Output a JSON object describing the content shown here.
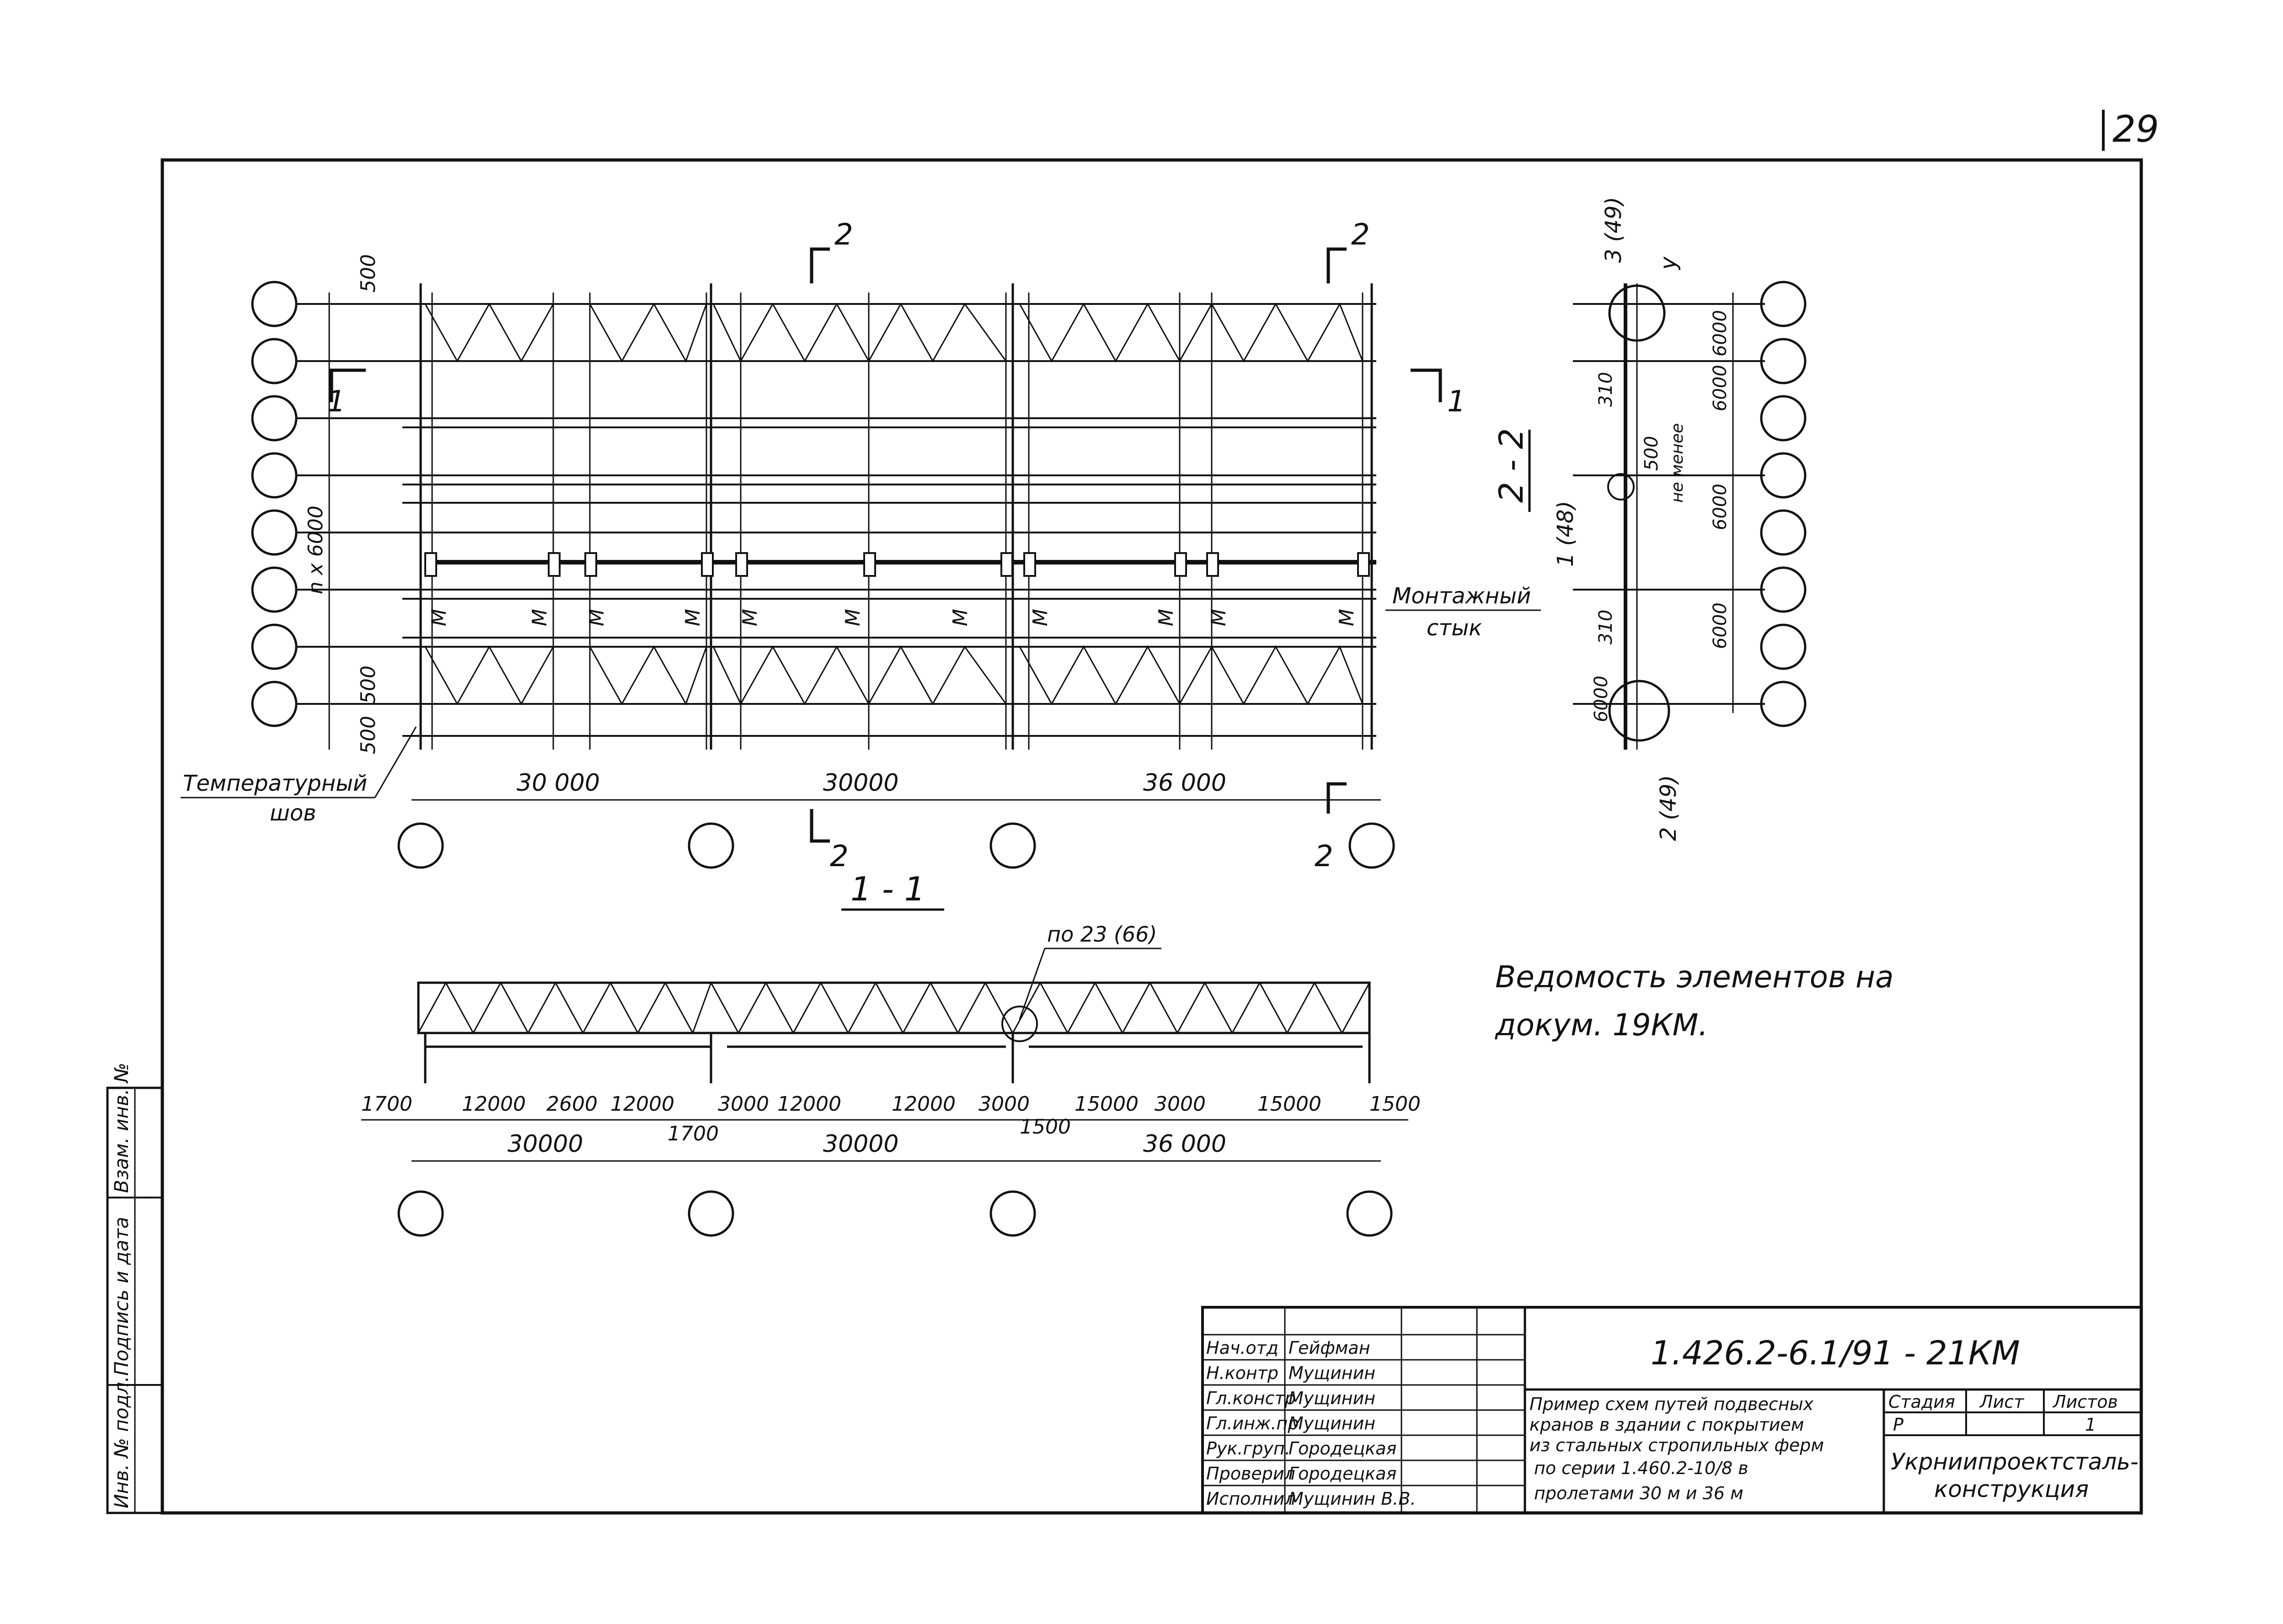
{
  "sheet_number": "29",
  "plan": {
    "axis_marks": [
      "2",
      "2",
      "2",
      "2"
    ],
    "section_marks": [
      "1",
      "1"
    ],
    "dim_top": "500",
    "dim_bottom_a": "500",
    "dim_bottom_b": "500",
    "dim_rows": "n x 6000",
    "spans": [
      "30 000",
      "30000",
      "36 000"
    ],
    "marks_m": [
      "M",
      "M",
      "M",
      "M",
      "M",
      "M",
      "M",
      "M",
      "M",
      "M",
      "M"
    ],
    "label_joint_1": "Монтажный",
    "label_joint_2": "стык",
    "label_temp_1": "Температурный",
    "label_temp_2": "шов"
  },
  "section_22": {
    "title": "2 - 2",
    "node_top": "3 (49)",
    "node_mid": "1 (48)",
    "node_bot": "2 (49)",
    "y_mark": "у",
    "dim_310_a": "310",
    "dim_310_b": "310",
    "dim_500": "500",
    "dim_ne_menee": "не менее",
    "dims_6000": [
      "6000",
      "6000",
      "6000",
      "6000",
      "6000"
    ]
  },
  "section_11": {
    "title": "1 - 1",
    "ref": "по 23 (66)",
    "dims_row1": [
      "1700",
      "12000",
      "2600",
      "12000",
      "3000",
      "12000",
      "12000",
      "3000",
      "15000",
      "3000",
      "15000",
      "1500"
    ],
    "dim_1700b": "1700",
    "dim_1500b": "1500",
    "spans": [
      "30000",
      "30000",
      "36 000"
    ]
  },
  "note": {
    "line1": "Ведомость элементов на",
    "line2": "докум. 19КМ."
  },
  "side_stamp": [
    "Инв. № подл.",
    "Подпись и дата",
    "Взам. инв. №"
  ],
  "title_block": {
    "code": "1.426.2-6.1/91  - 21КМ",
    "roles": [
      "Нач.отд",
      "Н.контр",
      "Гл.констр",
      "Гл.инж.пр",
      "Рук.груп.",
      "Проверил",
      "Исполнил"
    ],
    "names": [
      "Гейфман",
      "Мущинин",
      "Мущинин",
      "Мущинин",
      "Городецкая",
      "Городецкая",
      "Мущинин В.В."
    ],
    "description": [
      "Пример схем путей подвесных",
      "кранов в здании с покрытием",
      "из стальных стропильных ферм",
      "по серии 1.460.2-10/8 в",
      "пролетами 30 м и 36 м"
    ],
    "stage_label": "Стадия",
    "sheet_label": "Лист",
    "sheets_label": "Листов",
    "stage": "Р",
    "sheet": "",
    "sheets": "1",
    "org_1": "Укрниипроектсталь-",
    "org_2": "конструкция"
  }
}
